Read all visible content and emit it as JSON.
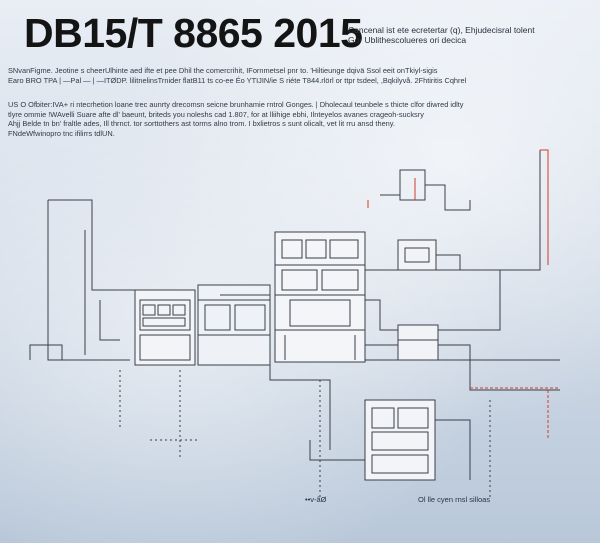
{
  "document": {
    "title": "DB15/T 8865 2015",
    "subtitle_lines": [
      "Cancenal ist ete ecretertar (q), Ehjudecisral tolent",
      "Gor Ublithescolueres ori decica"
    ],
    "paragraph1": [
      "SNvanFigme. Jeotine s cheerUlhinte aed ifte et pee Dhil the comercrihit, IFornmetsel pnr to. 'Hiltieunge dqivä  Ssol eeit onTkiyl-sigis",
      "Earo BRO TPA | —Pal — | —ITØDP.  lilitnelinsTrnider flatB11 ts co-ee Éo YTIJIN/ie S riéte T844.rlörl  or ttpr tsdeel,  ,Bqkilyvå.  2Fhtiritis Cqhrel"
    ],
    "paragraph2": [
      "US O Ofbiter:IVA+   ri ntecrhetion loane trec aunrty drecomsn seicne brunhamie  rntrol Gonges. | Dholecaul teunbele s thicte clfor diwred idlty",
      "tlyre ommie !WAvelli Suare afte dl' baeunt, briteds you noleshs cad 1.807, for at lliihige ebhi, Ilnteyelos avanes crageoh-sucksry",
      "Ahjj Belde tn bn' fraltle ades,   Ill thrnct. tor sorttothers ast torms alno trom. I bxlietros s sunt olicalt, vet lit rru ansd theny.",
      "FNdeWfwinopro tnc ifilirrs tdlUN."
    ],
    "caption_bottom_left": "••v-âØ",
    "caption_bottom_right": "Ol lle cyen rnsl silloas",
    "colors": {
      "line": "#3a3f49",
      "accent_red": "#d23a2a",
      "title": "#141414"
    }
  }
}
